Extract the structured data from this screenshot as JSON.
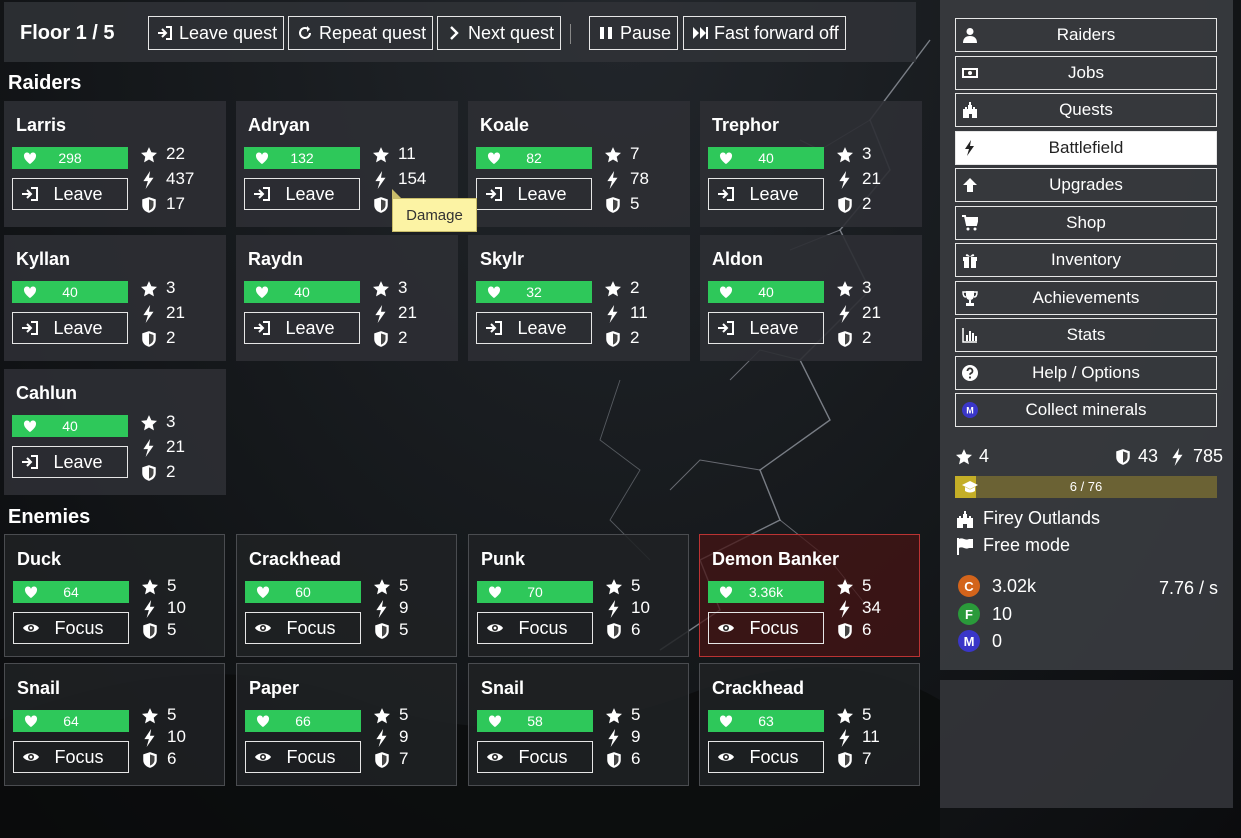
{
  "toolbar": {
    "floor_label": "Floor",
    "floor_value": "1 / 5",
    "leave_quest": "Leave quest",
    "repeat_quest": "Repeat quest",
    "next_quest": "Next quest",
    "pause": "Pause",
    "fast_forward": "Fast forward off"
  },
  "sections": {
    "raiders": "Raiders",
    "enemies": "Enemies"
  },
  "raiders": [
    {
      "name": "Larris",
      "hp": "298",
      "level": "22",
      "damage": "437",
      "defense": "17",
      "action": "Leave"
    },
    {
      "name": "Adryan",
      "hp": "132",
      "level": "11",
      "damage": "154",
      "defense": "",
      "action": "Leave"
    },
    {
      "name": "Koale",
      "hp": "82",
      "level": "7",
      "damage": "78",
      "defense": "5",
      "action": "Leave"
    },
    {
      "name": "Trephor",
      "hp": "40",
      "level": "3",
      "damage": "21",
      "defense": "2",
      "action": "Leave"
    },
    {
      "name": "Kyllan",
      "hp": "40",
      "level": "3",
      "damage": "21",
      "defense": "2",
      "action": "Leave"
    },
    {
      "name": "Raydn",
      "hp": "40",
      "level": "3",
      "damage": "21",
      "defense": "2",
      "action": "Leave"
    },
    {
      "name": "Skylr",
      "hp": "32",
      "level": "2",
      "damage": "11",
      "defense": "2",
      "action": "Leave"
    },
    {
      "name": "Aldon",
      "hp": "40",
      "level": "3",
      "damage": "21",
      "defense": "2",
      "action": "Leave"
    },
    {
      "name": "Cahlun",
      "hp": "40",
      "level": "3",
      "damage": "21",
      "defense": "2",
      "action": "Leave"
    }
  ],
  "tooltip": "Damage",
  "enemies": [
    {
      "name": "Duck",
      "hp": "64",
      "level": "5",
      "damage": "10",
      "defense": "5",
      "action": "Focus"
    },
    {
      "name": "Crackhead",
      "hp": "60",
      "level": "5",
      "damage": "9",
      "defense": "5",
      "action": "Focus"
    },
    {
      "name": "Punk",
      "hp": "70",
      "level": "5",
      "damage": "10",
      "defense": "6",
      "action": "Focus"
    },
    {
      "name": "Demon Banker",
      "hp": "3.36k",
      "level": "5",
      "damage": "34",
      "defense": "6",
      "action": "Focus"
    },
    {
      "name": "Snail",
      "hp": "64",
      "level": "5",
      "damage": "10",
      "defense": "6",
      "action": "Focus"
    },
    {
      "name": "Paper",
      "hp": "66",
      "level": "5",
      "damage": "9",
      "defense": "7",
      "action": "Focus"
    },
    {
      "name": "Snail",
      "hp": "58",
      "level": "5",
      "damage": "9",
      "defense": "6",
      "action": "Focus"
    },
    {
      "name": "Crackhead",
      "hp": "63",
      "level": "5",
      "damage": "11",
      "defense": "7",
      "action": "Focus"
    }
  ],
  "nav": [
    {
      "label": "Raiders",
      "icon": "user-icon"
    },
    {
      "label": "Jobs",
      "icon": "money-icon"
    },
    {
      "label": "Quests",
      "icon": "castle-icon"
    },
    {
      "label": "Battlefield",
      "icon": "bolt-icon"
    },
    {
      "label": "Upgrades",
      "icon": "arrow-up-icon"
    },
    {
      "label": "Shop",
      "icon": "cart-icon"
    },
    {
      "label": "Inventory",
      "icon": "gift-icon"
    },
    {
      "label": "Achievements",
      "icon": "trophy-icon"
    },
    {
      "label": "Stats",
      "icon": "chart-icon"
    },
    {
      "label": "Help / Options",
      "icon": "question-icon"
    },
    {
      "label": "Collect minerals",
      "icon": "mineral-icon"
    }
  ],
  "active_nav": "Battlefield",
  "summary": {
    "level": "4",
    "defense": "43",
    "damage": "785"
  },
  "xp": {
    "text": "6 / 76",
    "fraction": 0.079
  },
  "location": {
    "area": "Firey Outlands",
    "mode": "Free mode"
  },
  "resources": {
    "copper": {
      "letter": "C",
      "value": "3.02k",
      "color": "#d3641b"
    },
    "food": {
      "letter": "F",
      "value": "10",
      "color": "#2a9a3a"
    },
    "minerals": {
      "letter": "M",
      "value": "0",
      "color": "#3a36c8"
    },
    "rate": "7.76 / s"
  }
}
